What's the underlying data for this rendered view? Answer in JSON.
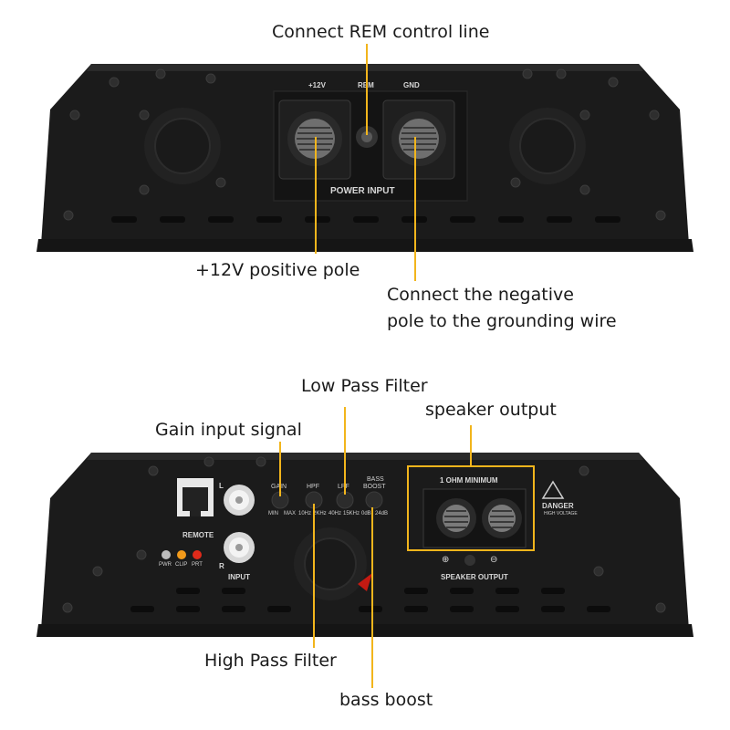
{
  "top_callouts": {
    "rem": "Connect REM control line",
    "positive": "+12V positive pole",
    "negative_line1": "Connect the negative",
    "negative_line2": "pole to the grounding wire"
  },
  "bottom_callouts": {
    "lpf": "Low Pass Filter",
    "speaker": "speaker output",
    "gain": "Gain input signal",
    "hpf": "High Pass Filter",
    "bass": "bass boost"
  },
  "top_panel": {
    "plus12v": "+12V",
    "rem": "REM",
    "gnd": "GND",
    "power_input": "POWER INPUT"
  },
  "bottom_panel": {
    "remote": "REMOTE",
    "input_l": "L",
    "input_r": "R",
    "input": "INPUT",
    "pwr": "PWR",
    "clip": "CLIP",
    "prt": "PRT",
    "gain": "GAIN",
    "hpf": "HPF",
    "lpf": "LPF",
    "bass_boost_1": "BASS",
    "bass_boost_2": "BOOST",
    "min": "MIN",
    "max": "MAX",
    "f10hz": "10Hz",
    "f2khz": "2KHz",
    "f40hz": "40Hz",
    "f15khz": "15KHz",
    "db0": "0dB",
    "db24": "24dB",
    "ohm_min": "1 OHM MINIMUM",
    "danger": "DANGER",
    "high_voltage": "HIGH VOLTAGE",
    "speaker_output": "SPEAKER OUTPUT",
    "plus": "⊕",
    "minus": "⊖"
  },
  "colors": {
    "callout_line": "#f2b51c",
    "body": "#1c1c1c",
    "panel": "#111111",
    "led_pwr": "#bdbdbd",
    "led_clip": "#f29a1a",
    "led_prt": "#e02a1a"
  }
}
